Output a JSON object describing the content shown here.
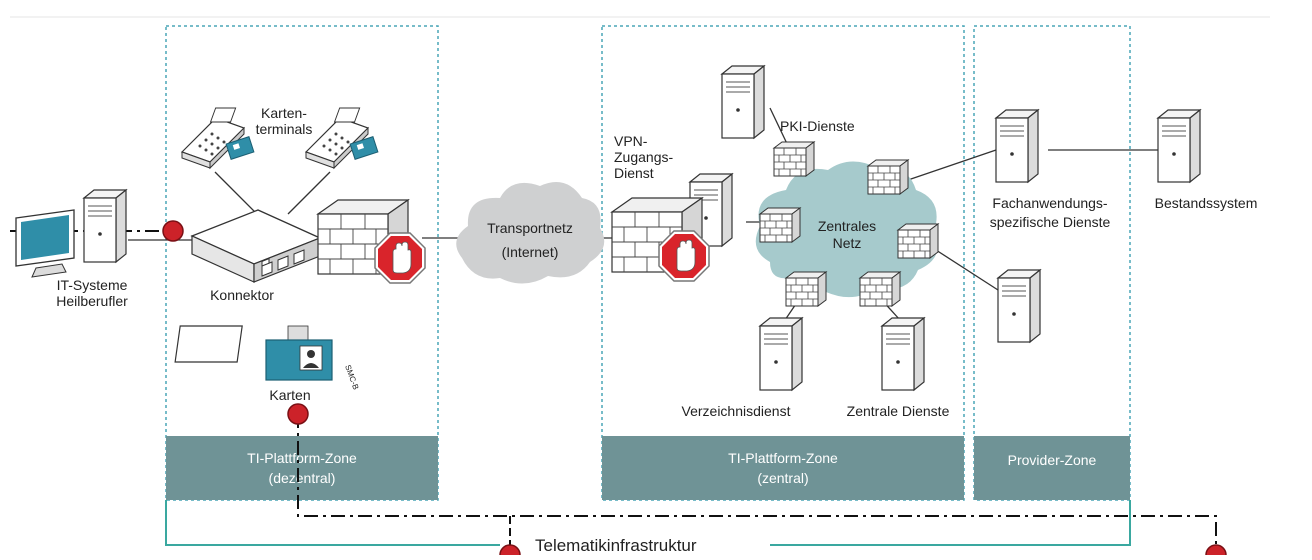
{
  "labels": {
    "karten_terminals_1": "Karten-",
    "karten_terminals_2": "terminals",
    "it_systeme_1": "IT-Systeme",
    "it_systeme_2": "Heilberufler",
    "konnektor": "Konnektor",
    "karten": "Karten",
    "transportnetz_1": "Transportnetz",
    "transportnetz_2": "(Internet)",
    "vpn_1": "VPN-",
    "vpn_2": "Zugangs-",
    "vpn_3": "Dienst",
    "pki": "PKI-Dienste",
    "zentrales_1": "Zentrales",
    "zentrales_2": "Netz",
    "verzeichnisdienst": "Verzeichnisdienst",
    "zentrale_dienste": "Zentrale Dienste",
    "fach_1": "Fachanwendungs-",
    "fach_2": "spezifische Dienste",
    "bestandssystem": "Bestandssystem",
    "telematik": "Telematikinfrastruktur"
  },
  "zones": {
    "dezentral_1": "TI-Plattform-Zone",
    "dezentral_2": "(dezentral)",
    "zentral_1": "TI-Plattform-Zone",
    "zentral_2": "(zentral)",
    "provider": "Provider-Zone"
  },
  "card_text": {
    "smc": "SMC-B"
  },
  "colors": {
    "zone_fill": "#6f9396",
    "dotted_border": "#4aa6b7",
    "teal_line": "#3aa8a0",
    "cloud_teal": "#a6cacc",
    "cloud_grey": "#cfd0d1",
    "marker_red": "#cc2229",
    "stop_red": "#d9242b"
  }
}
